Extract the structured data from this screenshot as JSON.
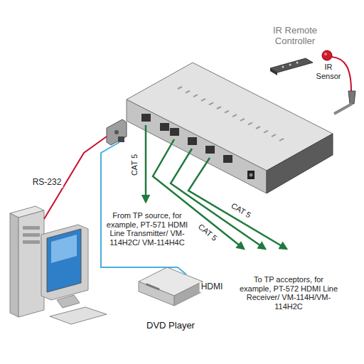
{
  "diagram": {
    "nodes": [
      {
        "text": [
          "IR Remote Controller"
        ]
      },
      {
        "text": [
          "IR Sensor"
        ]
      },
      {
        "text": [
          "DVD Player"
        ]
      }
    ],
    "labels": [
      "RS-232",
      "CAT 5",
      "From TP source, for example, PT-571 HDMI Line Transmitter/ VM-114H2C/ VM-114H4C",
      "CAT 5",
      "CAT 5",
      "To TP acceptors, for example, PT-572 HDMI Line Receiver/ VM-114H/VM-114H2C",
      "HDMI"
    ]
  }
}
